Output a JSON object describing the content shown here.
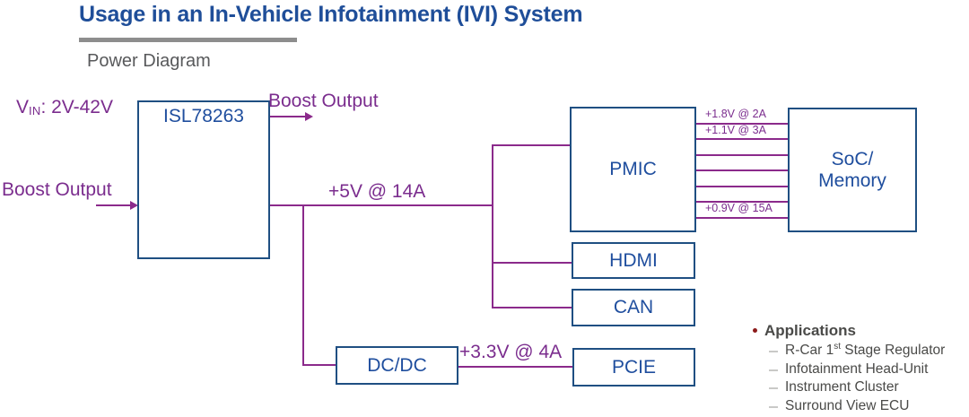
{
  "header": {
    "title": "Usage in an In-Vehicle Infotainment (IVI) System",
    "subtitle": "Power Diagram"
  },
  "diagram": {
    "blocks": {
      "regulator": "ISL78263",
      "pmic": "PMIC",
      "soc_line1": "SoC/",
      "soc_line2": "Memory",
      "hdmi": "HDMI",
      "can": "CAN",
      "dcdc": "DC/DC",
      "pcie": "PCIE"
    },
    "labels": {
      "vin_prefix": "V",
      "vin_sub": "IN",
      "vin_value": ": 2V-42V",
      "boost_output_top": "Boost Output",
      "boost_output_left": "Boost Output",
      "rail_5v": "+5V @ 14A",
      "rail_3v3": "+3.3V @ 4A"
    },
    "soc_rails": [
      "+1.8V @ 2A",
      "+1.1V @ 3A",
      "+0.9V @ 15A"
    ],
    "colors": {
      "title": "#1f4e99",
      "box_border": "#1f4f82",
      "box_text": "#1f4e9e",
      "wire": "#8b2a8b",
      "label": "#7b2d8e",
      "rule": "#8d8d8d",
      "apps_bullet": "#8c1b1b",
      "apps_text": "#4a4a48"
    }
  },
  "applications": {
    "heading": "Applications",
    "items": [
      {
        "pre": "R-Car 1",
        "sup": "st",
        "post": " Stage Regulator"
      },
      {
        "pre": "Infotainment Head-Unit",
        "sup": "",
        "post": ""
      },
      {
        "pre": "Instrument Cluster",
        "sup": "",
        "post": ""
      },
      {
        "pre": "Surround View ECU",
        "sup": "",
        "post": ""
      }
    ]
  }
}
